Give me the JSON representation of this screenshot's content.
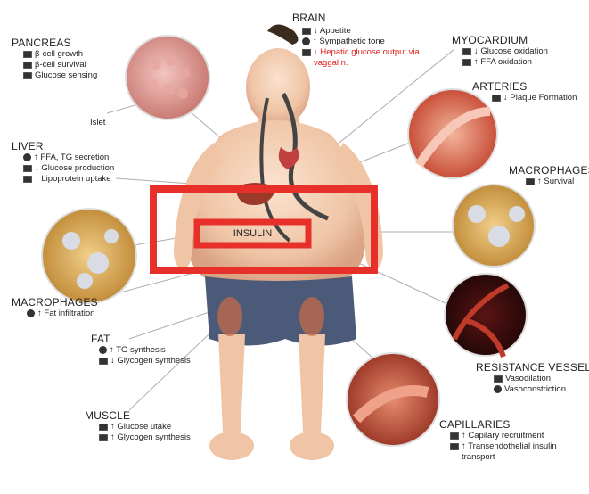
{
  "central_label": "INSULIN",
  "islet_label": "Islet",
  "colors": {
    "highlight_box": "#e8302a",
    "alert_text": "#e01b1b"
  },
  "labels": {
    "pancreas": {
      "title": "PANCREAS",
      "items": [
        {
          "icon": "square-icon",
          "text": "β-cell growth"
        },
        {
          "icon": "square-icon",
          "text": "β-cell survival"
        },
        {
          "icon": "square-icon",
          "text": "Glucose sensing"
        }
      ]
    },
    "brain": {
      "title": "BRAIN",
      "items": [
        {
          "icon": "square-icon",
          "text": "↓ Appetite"
        },
        {
          "icon": "round-icon",
          "text": "↑ Sympathetic tone"
        },
        {
          "icon": "square-icon",
          "text": "↓ Hepatic glucose output via"
        },
        {
          "icon": "",
          "text": "vaggal n."
        }
      ]
    },
    "myocardium": {
      "title": "MYOCARDIUM",
      "items": [
        {
          "icon": "square-icon",
          "text": "↓ Glucose oxidation"
        },
        {
          "icon": "square-icon",
          "text": "↑ FFA oxidation"
        }
      ]
    },
    "arteries": {
      "title": "ARTERIES",
      "items": [
        {
          "icon": "square-icon",
          "text": "↓ Plaque Formation"
        }
      ]
    },
    "liver": {
      "title": "LIVER",
      "items": [
        {
          "icon": "round-icon",
          "text": "↑ FFA, TG secretion"
        },
        {
          "icon": "square-icon",
          "text": "↓ Glucose production"
        },
        {
          "icon": "square-icon",
          "text": "↑ Lipoprotein uptake"
        }
      ]
    },
    "macrophages_right": {
      "title": "MACROPHAGES",
      "items": [
        {
          "icon": "square-icon",
          "text": "↑ Survival"
        }
      ]
    },
    "macrophages_left": {
      "title": "MACROPHAGES",
      "items": [
        {
          "icon": "round-icon",
          "text": "↑ Fat infiltration"
        }
      ]
    },
    "fat": {
      "title": "FAT",
      "items": [
        {
          "icon": "round-icon",
          "text": "↑ TG synthesis"
        },
        {
          "icon": "square-icon",
          "text": "↓ Glycogen synthesis"
        }
      ]
    },
    "resistance_vessels": {
      "title": "RESISTANCE VESSELS",
      "items": [
        {
          "icon": "square-icon",
          "text": "Vasodilation"
        },
        {
          "icon": "round-icon",
          "text": "Vasoconstriction"
        }
      ]
    },
    "muscle": {
      "title": "MUSCLE",
      "items": [
        {
          "icon": "square-icon",
          "text": "↑ Glucose utake"
        },
        {
          "icon": "square-icon",
          "text": "↑ Glycogen synthesis"
        }
      ]
    },
    "capillaries": {
      "title": "CAPILLARIES",
      "items": [
        {
          "icon": "square-icon",
          "text": "↑ Capilary recruitment"
        },
        {
          "icon": "square-icon",
          "text": "↑ Transendothelial insulin"
        },
        {
          "icon": "",
          "text": "transport"
        }
      ]
    }
  }
}
